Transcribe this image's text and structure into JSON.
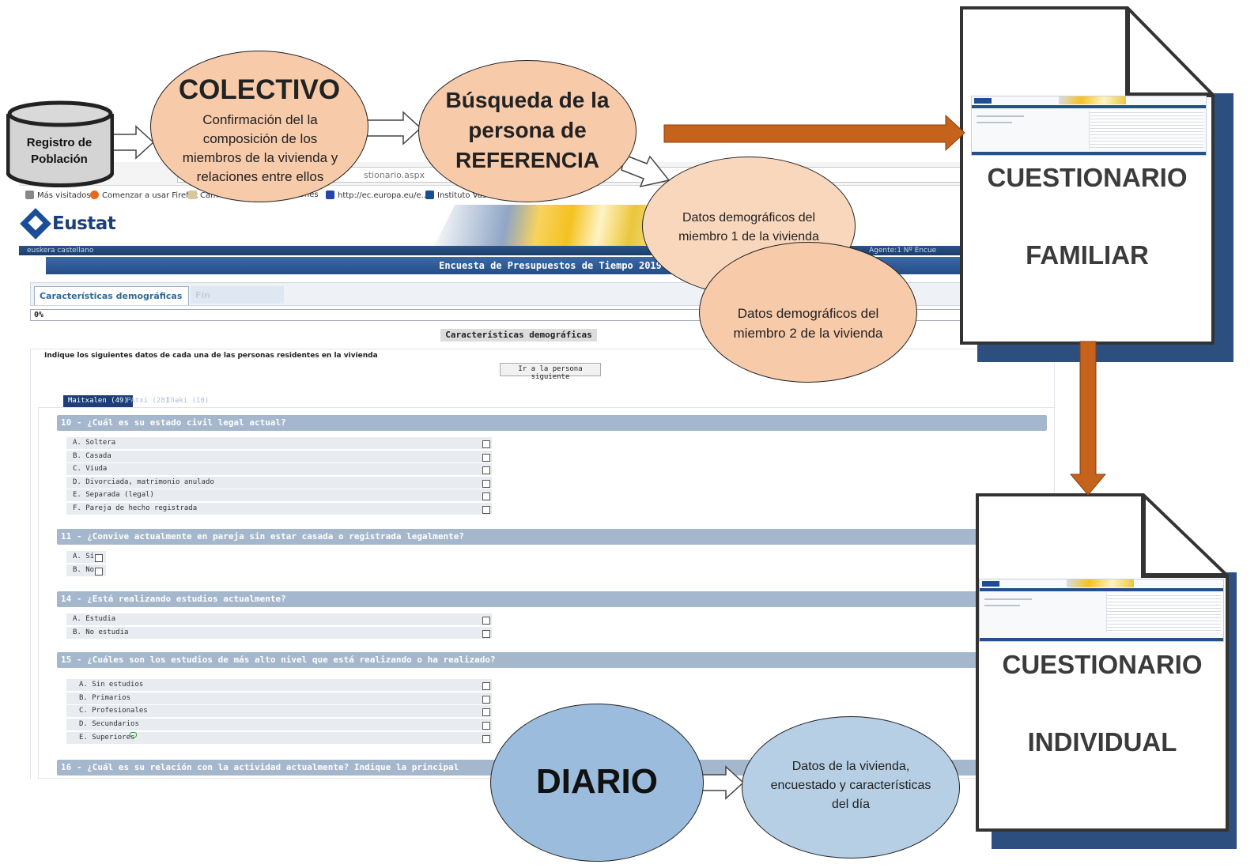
{
  "browser": {
    "url_text": "stionario.aspx",
    "bookmarks": [
      "Más visitados",
      "Comenzar a usar Firefox",
      "Cam",
      "iones",
      "http://ec.europa.eu/e...",
      "Instituto Vasco"
    ]
  },
  "eustat": {
    "logo_text": "Eustat",
    "nav_links": "euskera  castellano",
    "nav_right": "Agente:1    Nº Encue",
    "survey_title": "Encuesta de Presupuestos de Tiempo 2019",
    "tab_active": "Características demográficas",
    "tab_inactive": "Fin",
    "progress": "0%",
    "section_title": "Características demográficas",
    "instruction": "Indique los siguientes datos de cada una de las personas residentes en la vivienda",
    "next_button": "Ir a la persona siguiente",
    "person_tabs": [
      "Maitxalen (49)",
      "PAtxi (28)",
      "Iñaki (10)"
    ],
    "questions": [
      {
        "title": "10 - ¿Cuál es su estado civil legal actual?",
        "options": [
          "A. Soltera",
          "B. Casada",
          "C. Viuda",
          "D. Divorciada, matrimonio anulado",
          "E. Separada (legal)",
          "F. Pareja de hecho registrada"
        ]
      },
      {
        "title": "11 - ¿Convive actualmente en pareja sin estar casada o registrada legalmente?",
        "options": [
          "A. Sí",
          "B. No"
        ]
      },
      {
        "title": "14 - ¿Está realizando estudios actualmente?",
        "options": [
          "A. Estudia",
          "B. No estudia"
        ]
      },
      {
        "title": "15 - ¿Cuáles son los estudios de más alto nivel que está realizando o ha realizado?",
        "options": [
          "A. Sin estudios",
          "B. Primarios",
          "C. Profesionales",
          "D. Secundarios",
          "E. Superiores"
        ]
      },
      {
        "title": "16 - ¿Cuál es su relación con la actividad actualmente? Indique la principal"
      }
    ]
  },
  "diagram": {
    "registro": "Registro de Población",
    "colectivo_title": "COLECTIVO",
    "colectivo_text": "Confirmación del la composición de los miembros de la vivienda y relaciones entre ellos",
    "busqueda_text": "Búsqueda de la persona de REFERENCIA",
    "miembro1_text": "Datos demográficos del miembro 1 de la vivienda",
    "miembro2_text": "Datos demográficos del miembro 2 de la vivienda",
    "cuestionario_familiar": [
      "CUESTIONARIO",
      "FAMILIAR"
    ],
    "cuestionario_individual": [
      "CUESTIONARIO",
      "INDIVIDUAL"
    ],
    "diario_title": "DIARIO",
    "diario_text": "Datos de la vivienda, encuestado y características del día"
  },
  "colors": {
    "orange_arrow": "#c5621c",
    "ellipse_orange": "#f7caaa",
    "ellipse_blue": "#9bbcdc",
    "doc_shadow": "#2d4f7f",
    "eustat_blue": "#1b4f95"
  }
}
